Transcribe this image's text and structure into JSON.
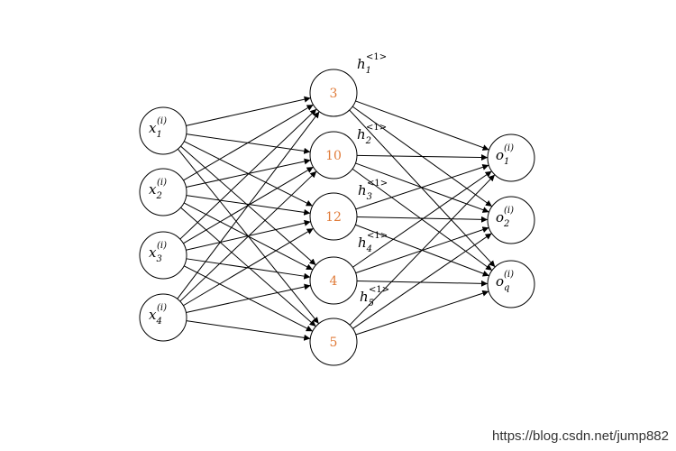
{
  "input_nodes": [
    {
      "base": "x",
      "sub": "1",
      "sup": "(i)"
    },
    {
      "base": "x",
      "sub": "2",
      "sup": "(i)"
    },
    {
      "base": "x",
      "sub": "3",
      "sup": "(i)"
    },
    {
      "base": "x",
      "sub": "4",
      "sup": "(i)"
    }
  ],
  "hidden_nodes": [
    {
      "value": "3",
      "label": {
        "base": "h",
        "sub": "1",
        "sup": "<1>"
      }
    },
    {
      "value": "10",
      "label": {
        "base": "h",
        "sub": "2",
        "sup": "<1>"
      }
    },
    {
      "value": "12",
      "label": {
        "base": "h",
        "sub": "3",
        "sup": "<1>"
      }
    },
    {
      "value": "4",
      "label": {
        "base": "h",
        "sub": "4",
        "sup": "<1>"
      }
    },
    {
      "value": "5",
      "label": {
        "base": "h",
        "sub": "5",
        "sup": "<1>"
      }
    }
  ],
  "output_nodes": [
    {
      "base": "o",
      "sub": "1",
      "sup": "(i)"
    },
    {
      "base": "o",
      "sub": "2",
      "sup": "(i)"
    },
    {
      "base": "o",
      "sub": "q",
      "sup": "(i)"
    }
  ],
  "value_color": "#e07b39",
  "watermark": "https://blog.csdn.net/jump882"
}
